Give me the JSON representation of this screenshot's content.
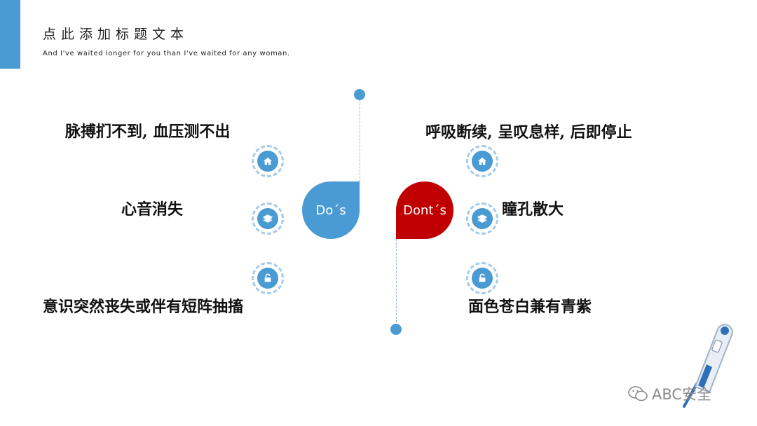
{
  "header": {
    "title": "点此添加标题文本",
    "subtitle": "And I've waited longer for you than I've waited for any woman."
  },
  "dos": {
    "label": "Do´s",
    "items": [
      {
        "icon": "home-icon",
        "text": "脉搏扪不到, 血压测不出"
      },
      {
        "icon": "layers-icon",
        "text": "心音消失"
      },
      {
        "icon": "unlock-icon",
        "text": "意识突然丧失或伴有短阵抽搐"
      }
    ]
  },
  "donts": {
    "label": "Dont´s",
    "items": [
      {
        "icon": "home-icon",
        "text": "呼吸断续, 呈叹息样, 后即停止"
      },
      {
        "icon": "layers-icon",
        "text": "瞳孔散大"
      },
      {
        "icon": "unlock-icon",
        "text": "面色苍白兼有青紫"
      }
    ]
  },
  "watermark": {
    "text": "ABC安全",
    "icon": "wechat-icon"
  },
  "colors": {
    "accent": "#4a9bd3",
    "red": "#c00000"
  }
}
